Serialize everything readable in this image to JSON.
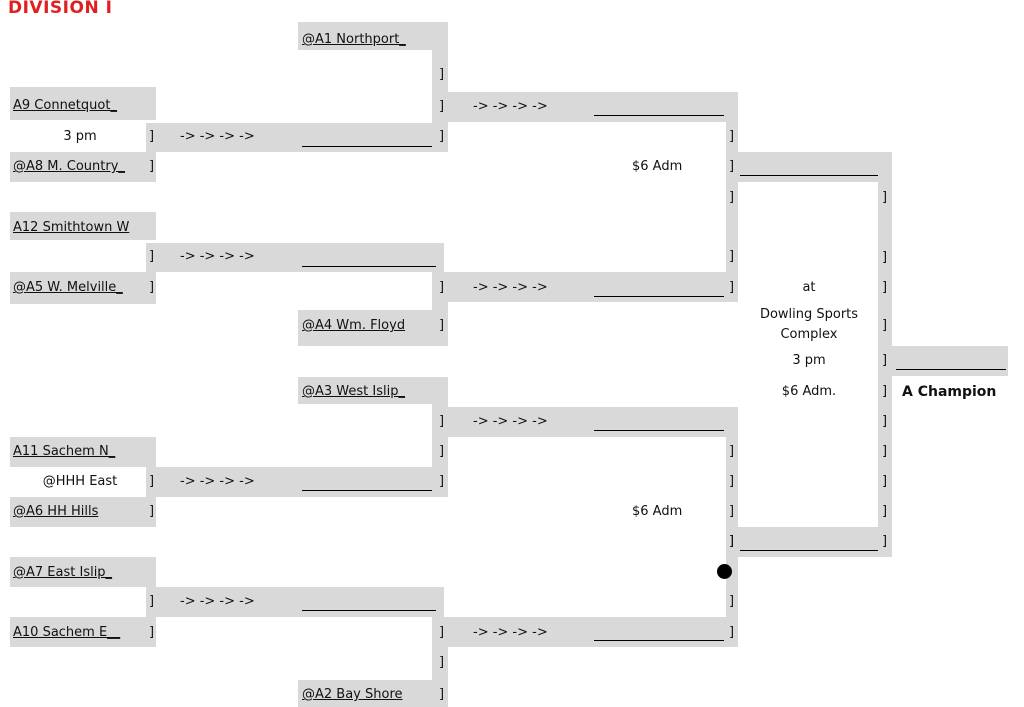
{
  "header": {
    "title": "DIVISION I"
  },
  "teams": {
    "a1": "@A1 Northport_",
    "a9": "A9 Connetquot_",
    "a8": "@A8 M. Country_",
    "a12": "A12 Smithtown W",
    "a5": "@A5 W. Melville_",
    "a4": "@A4 Wm. Floyd",
    "a3": "@A3 West Islip_",
    "a11": "A11 Sachem N_",
    "a6": "@A6 HH Hills",
    "a7": "@A7 East Islip_",
    "a10": "A10 Sachem E__",
    "a2": "@A2 Bay Shore"
  },
  "notes": {
    "time_3pm": "3 pm",
    "hhh_east": "@HHH East",
    "adm_top": "$6 Adm",
    "adm_bottom": "$6 Adm",
    "final_at": "at",
    "final_venue_1": "Dowling Sports",
    "final_venue_2": "Complex",
    "final_time": "3 pm",
    "final_adm": "$6 Adm."
  },
  "symbols": {
    "arrow": "-> -> -> ->",
    "bracket": "]"
  },
  "champion": "A Champion"
}
